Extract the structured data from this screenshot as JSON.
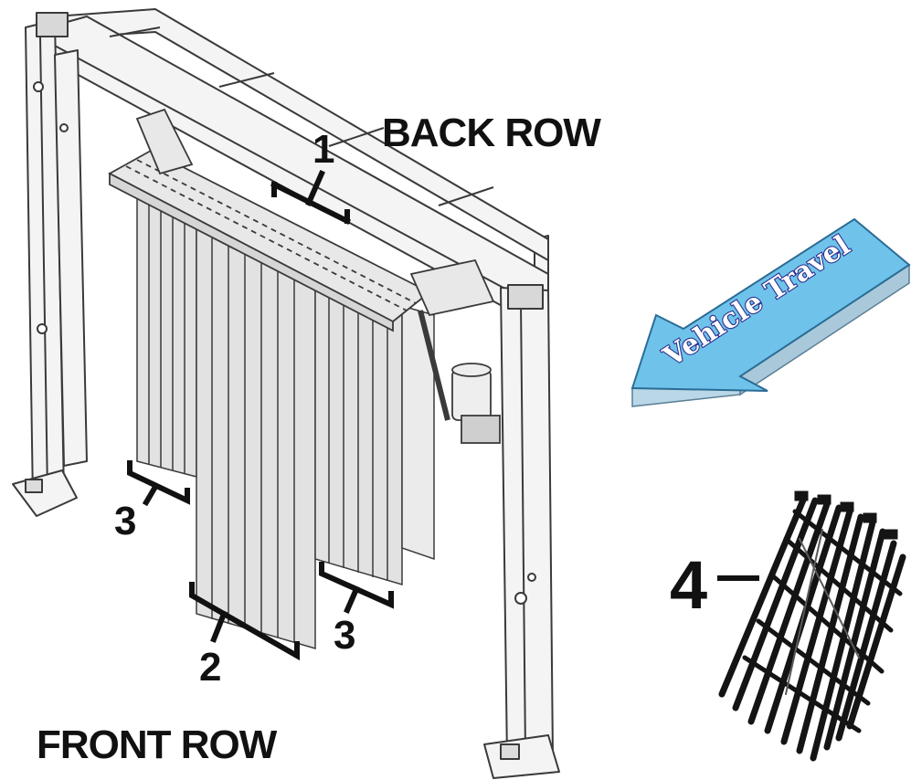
{
  "labels": {
    "back_row": "BACK ROW",
    "front_row": "FRONT ROW",
    "callout_1": "1",
    "callout_2": "2",
    "callout_3_left": "3",
    "callout_3_right": "3",
    "callout_4": "4"
  },
  "arrow": {
    "text": "Vehicle Travel",
    "fill_color": "#6fc3ea",
    "text_outline_color": "#2b2f8f"
  },
  "colors": {
    "line": "#3a3a3a",
    "frame_fill": "#f4f4f4",
    "curtain_fill": "#e2e2e2",
    "ties": "#141414"
  }
}
